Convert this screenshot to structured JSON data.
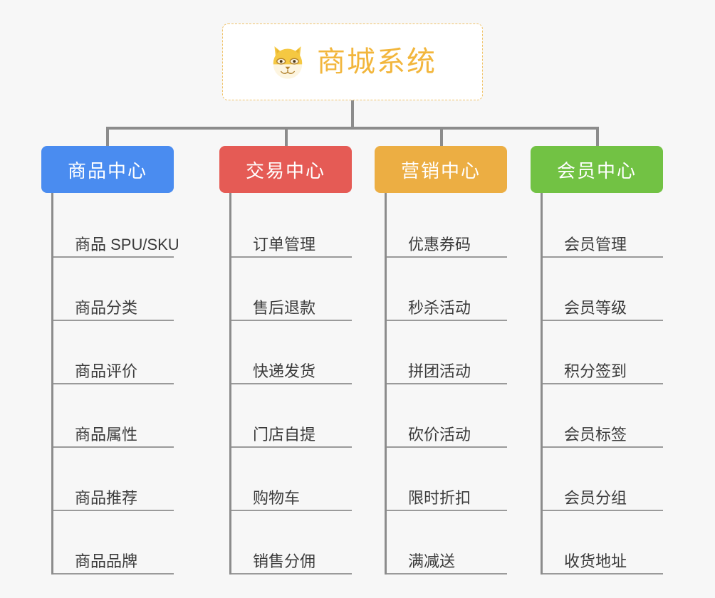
{
  "page": {
    "background_color": "#f7f7f7",
    "type": "mindmap-tree"
  },
  "root": {
    "title": "商城系统",
    "icon": "shiba-dog-face-icon",
    "border_color": "#f0c36a",
    "text_color": "#f2b63c"
  },
  "connector_color": "#8c8c8c",
  "columns": [
    {
      "title": "商品中心",
      "color": "#4a8cf0",
      "items": [
        "商品 SPU/SKU",
        "商品分类",
        "商品评价",
        "商品属性",
        "商品推荐",
        "商品品牌"
      ]
    },
    {
      "title": "交易中心",
      "color": "#e55b55",
      "items": [
        "订单管理",
        "售后退款",
        "快递发货",
        "门店自提",
        "购物车",
        "销售分佣"
      ]
    },
    {
      "title": "营销中心",
      "color": "#ecae43",
      "items": [
        "优惠券码",
        "秒杀活动",
        "拼团活动",
        "砍价活动",
        "限时折扣",
        "满减送"
      ]
    },
    {
      "title": "会员中心",
      "color": "#72c244",
      "items": [
        "会员管理",
        "会员等级",
        "积分签到",
        "会员标签",
        "会员分组",
        "收货地址"
      ]
    }
  ]
}
